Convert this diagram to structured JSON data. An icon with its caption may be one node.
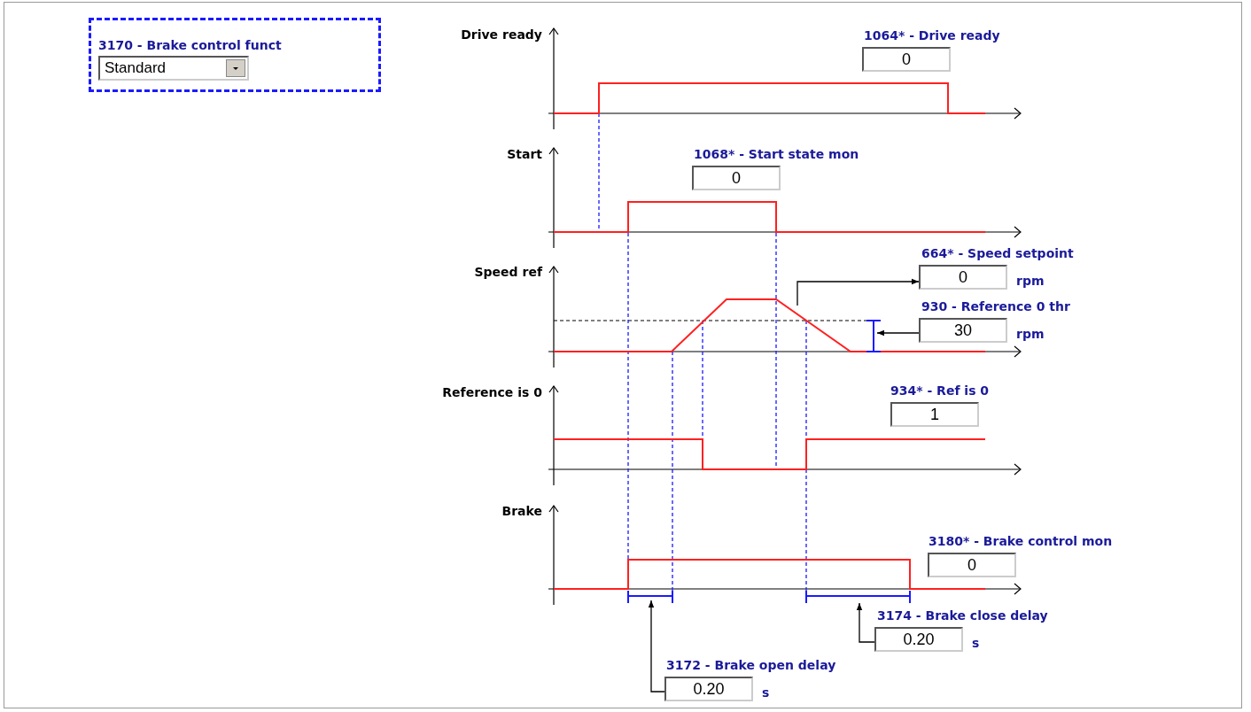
{
  "diagram": {
    "nodes": [
      {
        "text": [
          "3170 - Brake control funct"
        ]
      },
      {
        "text": [
          "Standard"
        ],
        "in": 0
      },
      {
        "text": [
          "1064* - Drive ready",
          "0"
        ]
      },
      {
        "text": [
          "1068* - Start state mon",
          "0"
        ]
      },
      {
        "text": [
          "664* - Speed setpoint",
          "0",
          "rpm"
        ]
      },
      {
        "text": [
          "930 - Reference 0 thr",
          "30",
          "rpm"
        ]
      },
      {
        "text": [
          "934* - Ref is 0",
          "1"
        ]
      },
      {
        "text": [
          "3180* - Brake control mon",
          "0"
        ]
      },
      {
        "text": [
          "3174 - Brake close delay",
          "0.20",
          "s"
        ]
      },
      {
        "text": [
          "3172 - Brake open delay",
          "0.20",
          "s"
        ]
      }
    ],
    "edges": [
      {
        "from": null,
        "to": 4,
        "arrow": "to"
      },
      {
        "from": 5,
        "to": null,
        "arrow": "to"
      },
      {
        "from": 9,
        "to": null,
        "arrow": "to"
      },
      {
        "from": 8,
        "to": null,
        "arrow": "to"
      }
    ],
    "labels": [
      "Drive ready",
      "Start",
      "Speed ref",
      "Reference is 0",
      "Brake"
    ]
  }
}
